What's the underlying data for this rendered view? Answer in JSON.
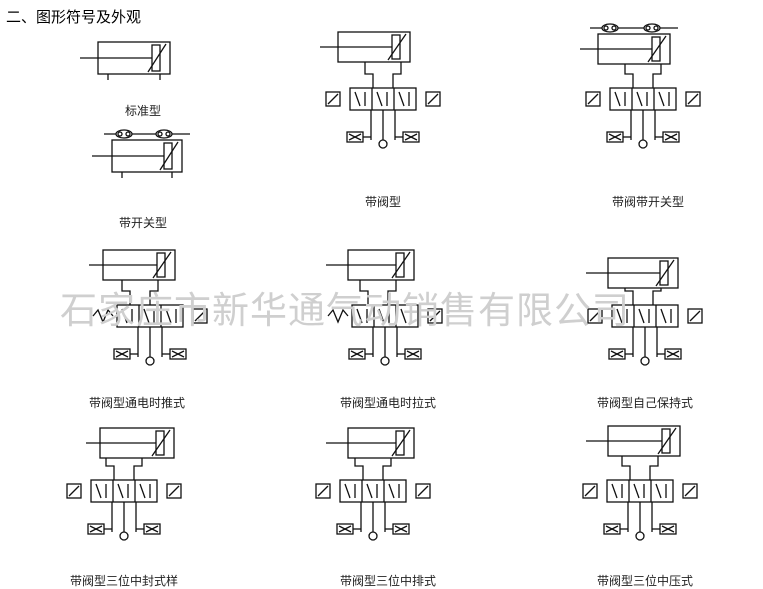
{
  "heading": "二、图形符号及外观",
  "watermark": "石家庄市新华通气动销售有限公司",
  "captions": {
    "standard": "标准型",
    "with_switch": "带开关型",
    "with_valve": "带阀型",
    "valve_with_switch": "带阀带开关型",
    "energize_push": "带阀型通电时推式",
    "energize_pull": "带阀型通电时拉式",
    "self_holding": "带阀型自己保持式",
    "closed_center": "带阀型三位中封式样",
    "exhaust_center": "带阀型三位中排式",
    "pressure_center": "带阀型三位中压式"
  }
}
